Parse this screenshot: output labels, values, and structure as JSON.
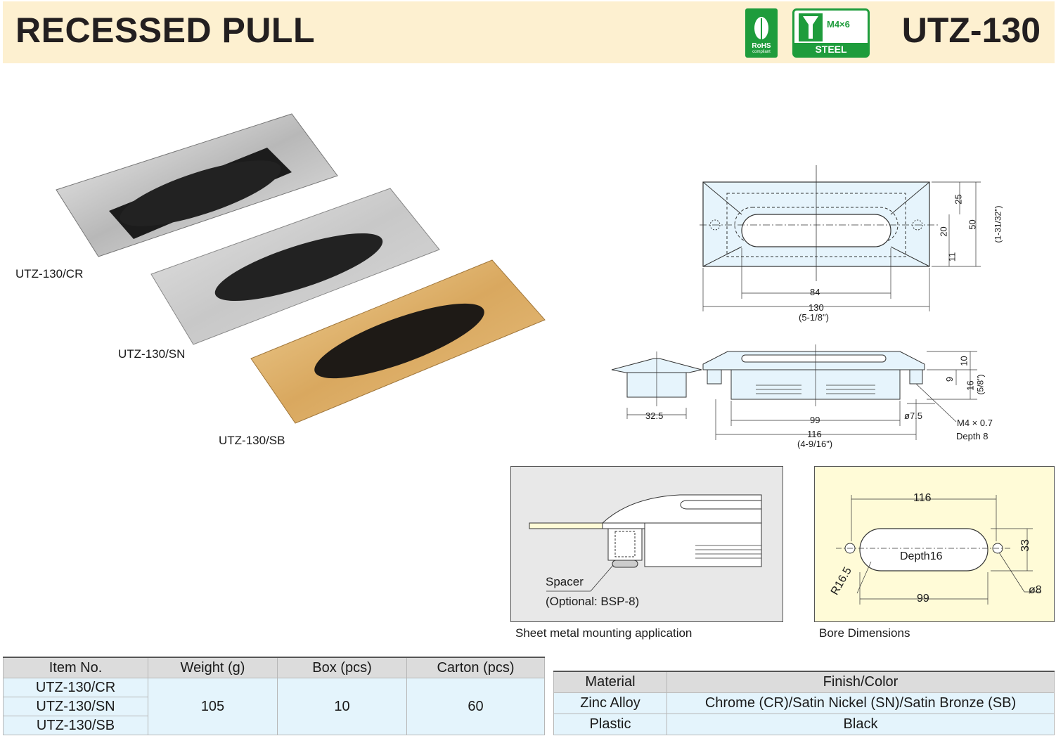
{
  "header": {
    "title": "RECESSED PULL",
    "model": "UTZ-130",
    "rohs_badge": {
      "line1": "RoHS",
      "line2": "compliant"
    },
    "steel_badge": {
      "screw": "M4×6",
      "material": "STEEL"
    }
  },
  "products": {
    "cr_label": "UTZ-130/CR",
    "sn_label": "UTZ-130/SN",
    "sb_label": "UTZ-130/SB"
  },
  "drawing": {
    "top_view": {
      "d25": "25",
      "d20": "20",
      "d11": "11",
      "d50": "50",
      "d50_in": "(1-31/32\")",
      "d84": "84",
      "d130": "130",
      "d130_in": "(5-1/8\")"
    },
    "side_view": {
      "d32_5": "32.5",
      "d10": "10",
      "d9": "9",
      "d16": "16",
      "d16_in": "(5/8\")",
      "d99": "99",
      "d7_5": "ø7.5",
      "d116": "116",
      "d116_in": "(4-9/16\")",
      "thread": "M4 × 0.7",
      "depth": "Depth 8"
    }
  },
  "mounting": {
    "spacer": "Spacer",
    "optional": "(Optional: BSP-8)",
    "caption": "Sheet metal mounting application"
  },
  "bore": {
    "d116": "116",
    "d33": "33",
    "depth": "Depth16",
    "r": "R16.5",
    "d99": "99",
    "hole": "ø8",
    "caption": "Bore Dimensions"
  },
  "spec_table": {
    "headers": [
      "Item No.",
      "Weight (g)",
      "Box (pcs)",
      "Carton (pcs)"
    ],
    "items": [
      "UTZ-130/CR",
      "UTZ-130/SN",
      "UTZ-130/SB"
    ],
    "weight": "105",
    "box": "10",
    "carton": "60"
  },
  "material_table": {
    "headers": [
      "Material",
      "Finish/Color"
    ],
    "rows": [
      {
        "material": "Zinc Alloy",
        "finish": "Chrome (CR)/Satin Nickel (SN)/Satin Bronze (SB)"
      },
      {
        "material": "Plastic",
        "finish": "Black"
      }
    ]
  },
  "colors": {
    "header_bg": "#fdf0d0",
    "badge_green": "#1e9c3c",
    "table_body": "#e4f4fc",
    "table_head": "#dcdcdc",
    "bore_bg": "#fffbd7",
    "mount_bg": "#e8e8e8"
  }
}
